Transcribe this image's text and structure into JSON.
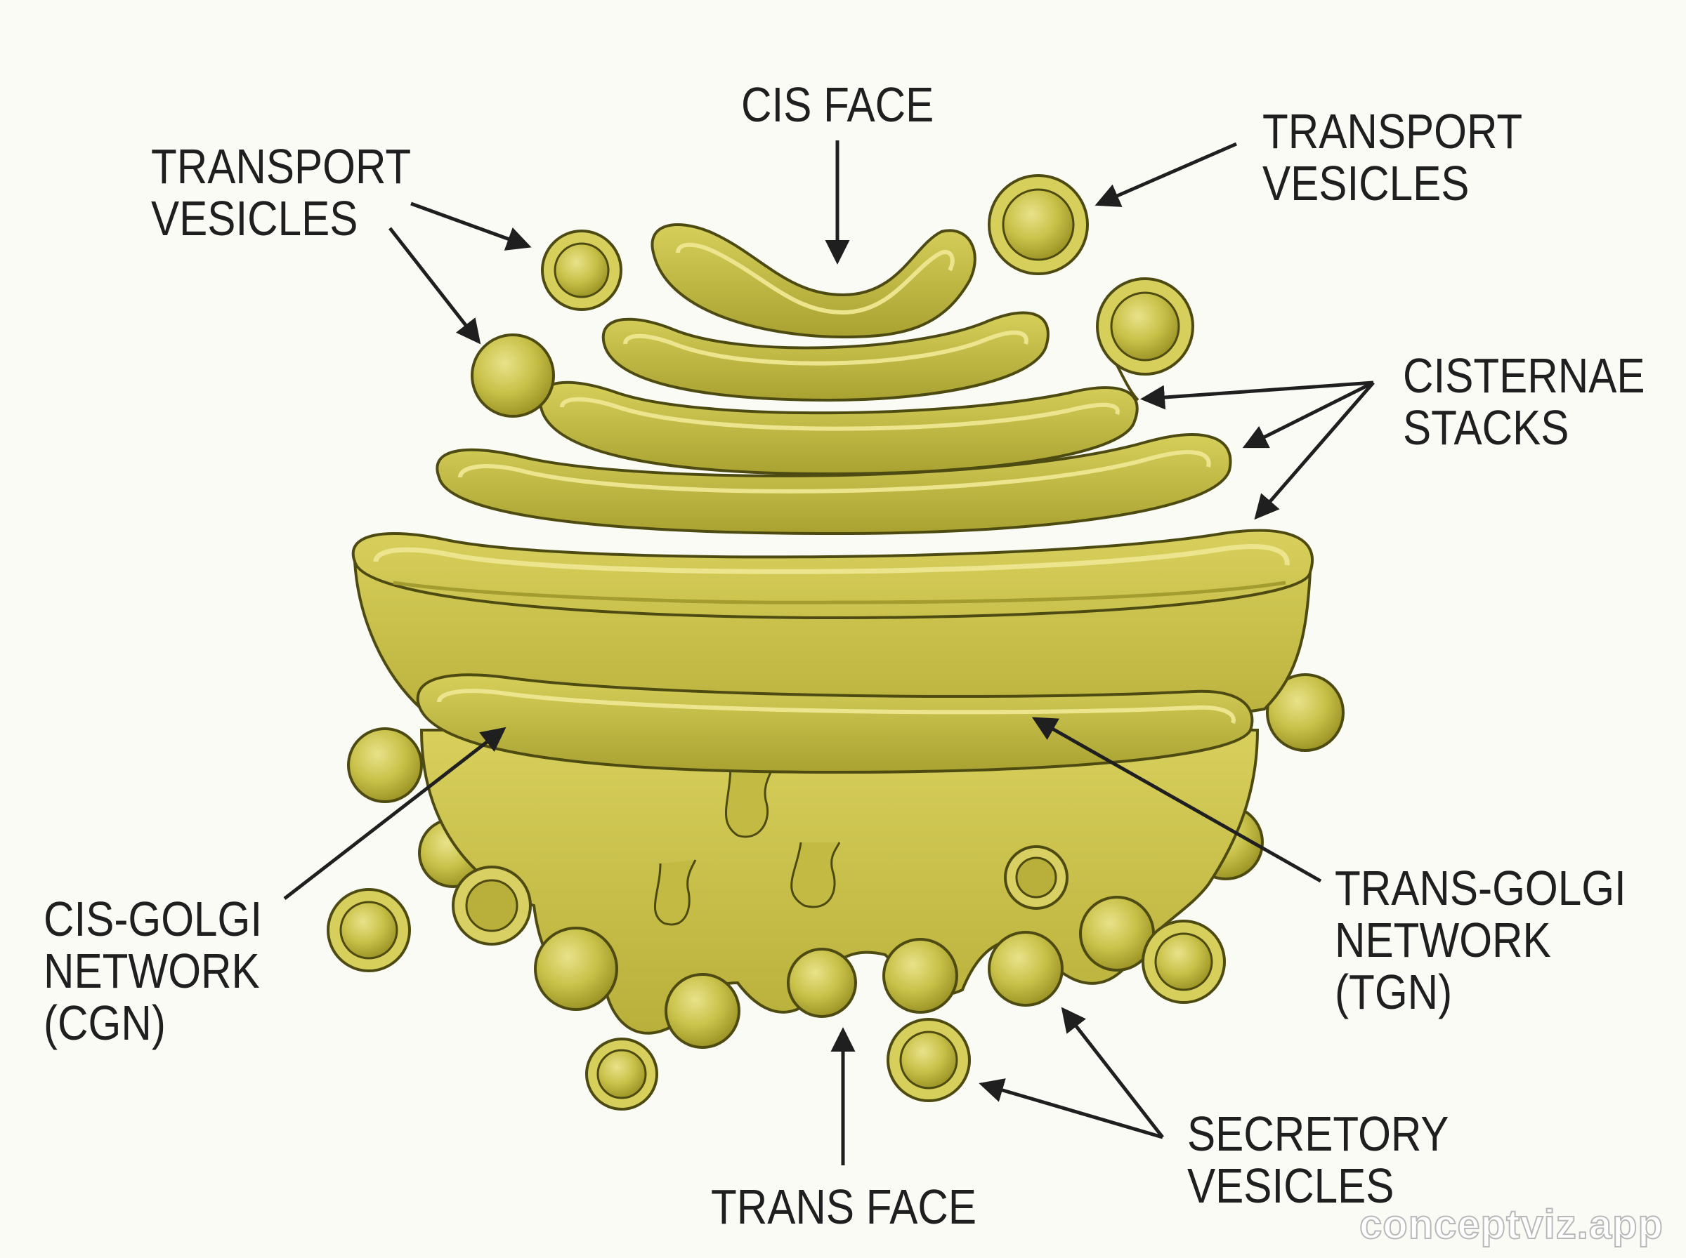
{
  "labels": {
    "cis_face": "CIS FACE",
    "transport_vesicles_left": [
      "TRANSPORT",
      "VESICLES"
    ],
    "transport_vesicles_right": [
      "TRANSPORT",
      "VESICLES"
    ],
    "cisternae_stacks": [
      "CISTERNAE",
      "STACKS"
    ],
    "cis_golgi_network": [
      "CIS-GOLGI",
      "NETWORK",
      "(CGN)"
    ],
    "trans_golgi_network": [
      "TRANS-GOLGI",
      "NETWORK",
      "(TGN)"
    ],
    "secretory_vesicles": [
      "SECRETORY",
      "VESICLES"
    ],
    "trans_face": "TRANS FACE"
  },
  "watermark": "conceptviz.app",
  "colors": {
    "membrane_fill": "#c9c24a",
    "membrane_light": "#ece58e",
    "membrane_dark": "#8f8a24",
    "outline": "#4d4a12",
    "lumen": "#b4ad3a",
    "arrow": "#1f1f1f"
  }
}
